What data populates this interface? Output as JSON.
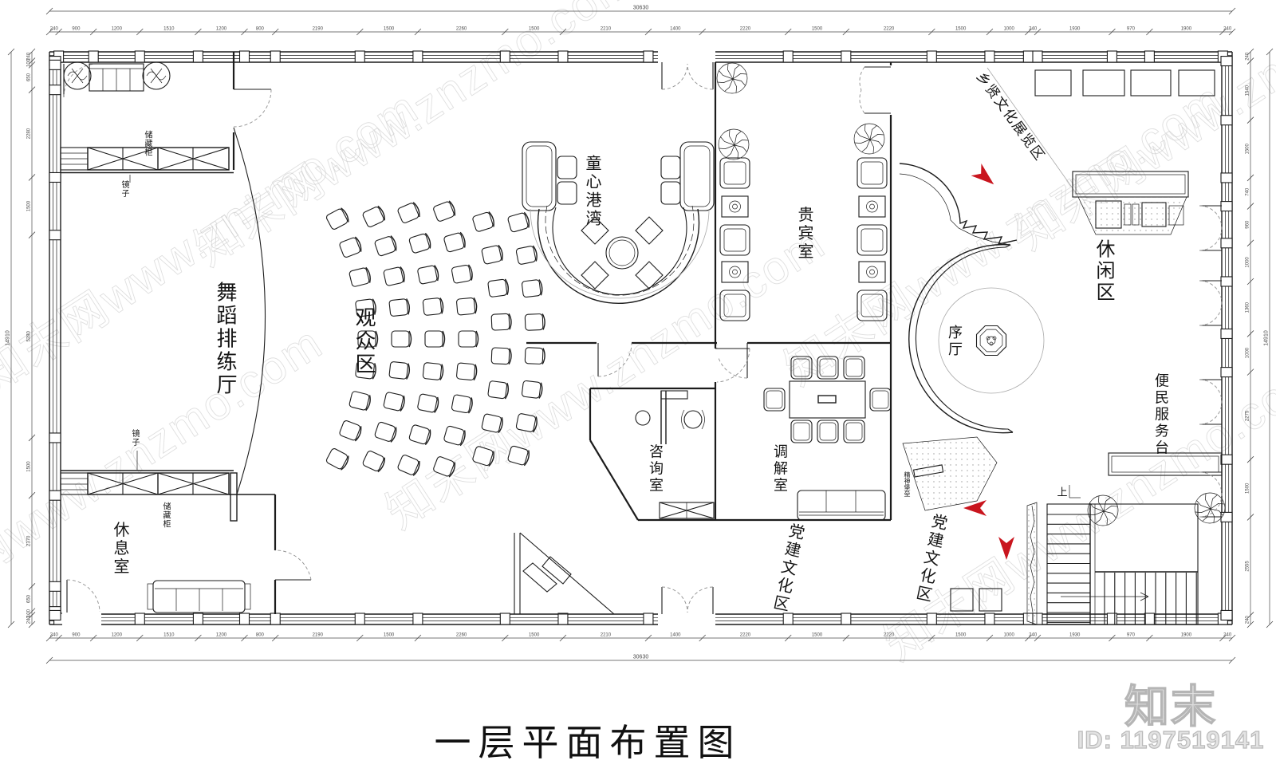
{
  "meta": {
    "title": "一层平面布置图",
    "brand": "知末",
    "brand_id": "ID: 1197519141",
    "watermark_text": "知末网www.znzmo.com"
  },
  "rooms": {
    "dance_hall": "舞蹈排练厅",
    "audience_area": "观众区",
    "children_bay": "童心港湾",
    "vip_room": "贵宾室",
    "exhibition_area": "乡贤文化展览区",
    "leisure_area": "休闲区",
    "entry_hall": "序厅",
    "consultation_room": "咨询室",
    "mediation_room": "调解室",
    "service_desk": "便民服务台",
    "party_culture_area_left": "党建文化区",
    "party_culture_area_right": "党建文化区",
    "rest_room": "休息室"
  },
  "furniture_labels": {
    "storage_cabinet_top": "储藏柜",
    "storage_cabinet_bottom": "储藏柜",
    "mirror_top": "镜子",
    "mirror_bottom": "镜子",
    "spirit_fortress": "精神堡垒",
    "stairs_up": "上"
  },
  "dimensions": {
    "top": {
      "total": "30630",
      "segments": [
        "240",
        "900",
        "1200",
        "1510",
        "1200",
        "800",
        "2190",
        "1500",
        "2260",
        "1500",
        "2210",
        "1400",
        "2220",
        "1500",
        "2220",
        "1500",
        "1000",
        "240",
        "1930",
        "970",
        "1900",
        "240"
      ]
    },
    "bottom": {
      "total": "30630",
      "segments": [
        "240",
        "900",
        "1200",
        "1510",
        "1200",
        "800",
        "2190",
        "1500",
        "2260",
        "1500",
        "2210",
        "1400",
        "2220",
        "1500",
        "2220",
        "1500",
        "1000",
        "240",
        "1930",
        "970",
        "1900",
        "240"
      ]
    },
    "left": {
      "total": "14910",
      "segments": [
        "240",
        "100",
        "650",
        "2280",
        "1500",
        "5280",
        "1500",
        "2370",
        "650",
        "100",
        "240"
      ]
    },
    "right": {
      "total": "14910",
      "segments": [
        "240",
        "1540",
        "1500",
        "740",
        "960",
        "1000",
        "1360",
        "1000",
        "2275",
        "1500",
        "2555",
        "240"
      ]
    }
  },
  "colors": {
    "line": "#1c1c1c",
    "dim": "#4a4a4a",
    "red": "#c9151e",
    "watermark": "#c6c6c6",
    "light": "#a9a9a9"
  }
}
